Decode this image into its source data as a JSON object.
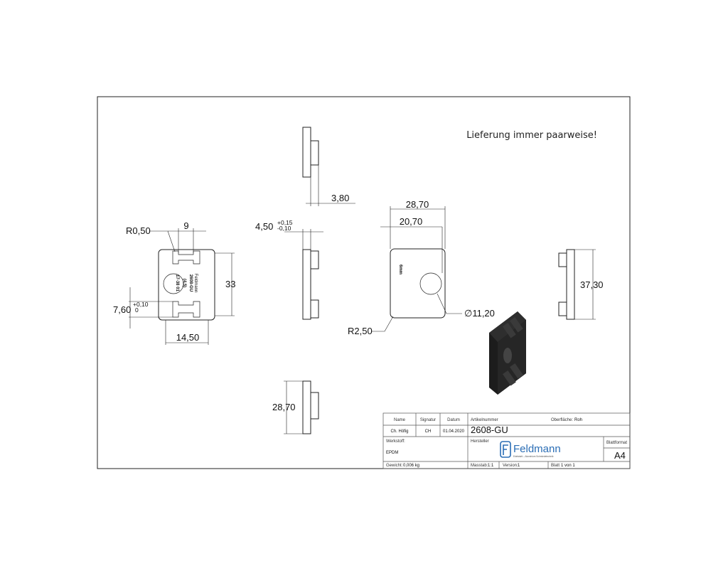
{
  "note": "Lieferung immer paarweise!",
  "dimensions": {
    "front_radius": "R0,50",
    "front_slot_width": "9",
    "front_height": "33",
    "front_offset": "7,60",
    "front_offset_tol_upper": "+0,10",
    "front_offset_tol_lower": "0",
    "front_bottom_width": "14,50",
    "side_top_depth": "3,80",
    "side_mid_depth": "4,50",
    "side_mid_tol_upper": "+0,15",
    "side_mid_tol_lower": "-0,10",
    "side_bottom_height": "28,70",
    "rear_width": "28,70",
    "rear_inner_width": "20,70",
    "rear_hole_diameter": "∅11,20",
    "rear_corner_radius": "R2,50",
    "right_height": "37,30"
  },
  "engraving": {
    "brand": "Feldmann",
    "part": "2608-GU",
    "size": "(4,5)",
    "code": "17-38  01",
    "rear_mark": "6mm"
  },
  "title_block": {
    "headers": {
      "name": "Name",
      "signatur": "Signatur",
      "datum": "Datum",
      "artikelnummer": "Artikelnummer",
      "oberflaeche": "Oberfläche:",
      "werkstoff": "Werkstoff:",
      "hersteller": "Hersteller",
      "blattformat": "Blattformat",
      "gewicht": "Gewicht:",
      "massstab": "Masstab:",
      "version": "Version:",
      "blatt": "Blatt"
    },
    "values": {
      "name": "Ch. Höfig",
      "signatur": "CH",
      "datum": "01.04.2020",
      "artikelnummer": "2608-GU",
      "oberflaeche": "Roh",
      "werkstoff": "EPDM",
      "hersteller_logo_text": "Feldmann",
      "hersteller_tagline": "Edelstahl – Aluminium Schmiedetechnik",
      "blattformat": "A4",
      "gewicht": "0,006 kg",
      "massstab": "1:1",
      "version": "1",
      "blatt": "1 von 1"
    }
  },
  "colors": {
    "line": "#222222",
    "part_fill": "#ffffff",
    "iso_dark": "#1c1c1c",
    "iso_mid": "#3a3a3a",
    "logo_blue": "#2a6db5"
  }
}
